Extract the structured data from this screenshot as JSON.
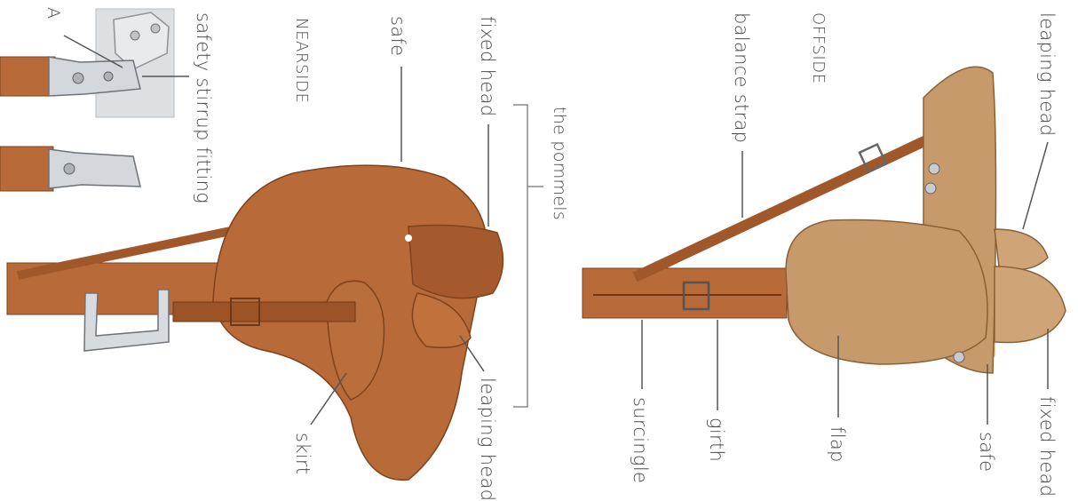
{
  "nearside": {
    "side_title": "NEARSIDE",
    "labels": {
      "safe": "safe",
      "fixed_head": "fixed head",
      "pommels": "the pommels",
      "leaping_head": "leaping head",
      "skirt": "skirt",
      "safety_stirrup_fitting": "safety stirrup fitting",
      "marker_a": "A"
    }
  },
  "offside": {
    "side_title": "OFFSIDE",
    "labels": {
      "balance_strap": "balance strap",
      "leaping_head": "leaping head",
      "fixed_head": "fixed head",
      "safe": "safe",
      "flap": "flap",
      "girth": "girth",
      "surcingle": "surcingle"
    }
  },
  "colors": {
    "leather": "#b86b38",
    "leather_dark": "#8a4a22",
    "leather_light": "#c98a55",
    "suede": "#c69a6a",
    "fleece": "#f0d27a",
    "metal": "#c8ccd0",
    "line": "#555555",
    "text": "#4a4a4a"
  }
}
